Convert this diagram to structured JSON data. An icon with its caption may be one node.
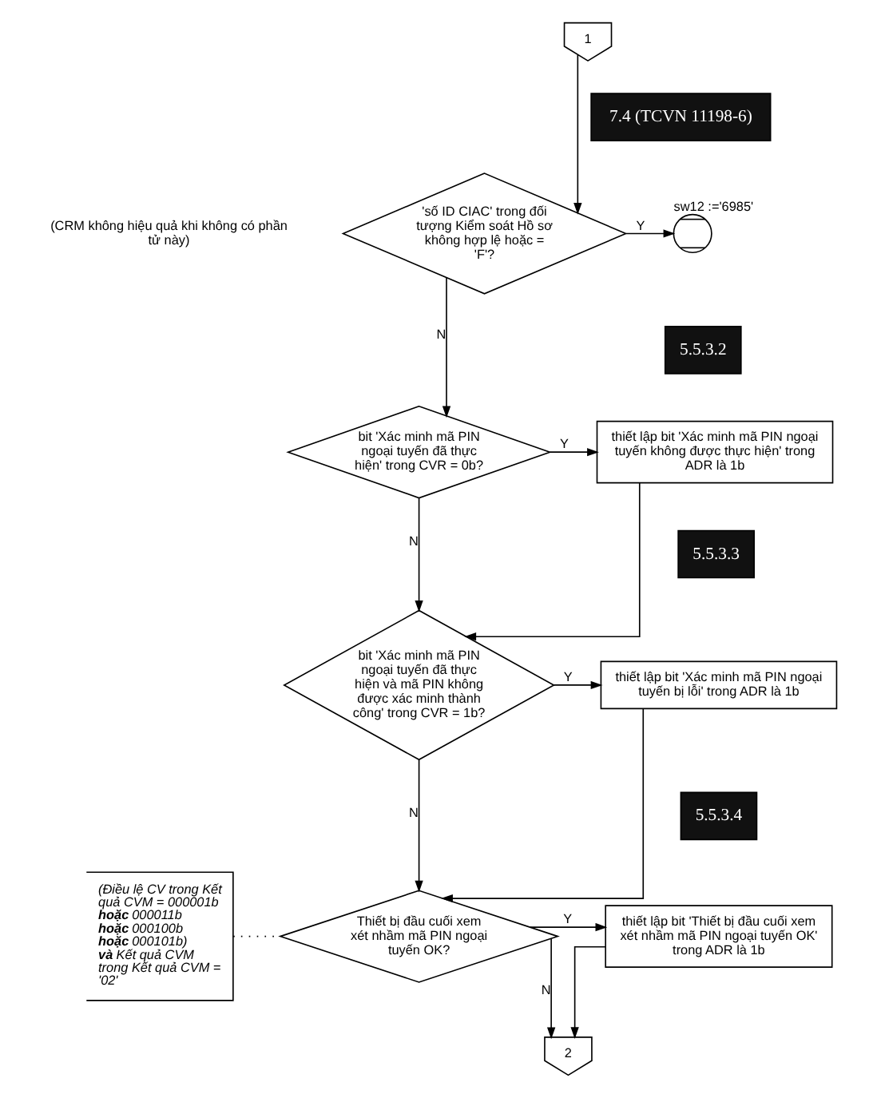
{
  "diagram": {
    "nodes": [
      {
        "text": [
          "1"
        ]
      },
      {
        "text": [
          "7.4 (TCVN 11198-6)"
        ]
      },
      {
        "text": [
          "'số ID CIAC' trong đối tượng Kiểm soát Hồ sơ không hợp lệ hoặc = 'F'?"
        ]
      },
      {
        "text": [],
        "shape": "circle",
        "beside": [
          "sw12 :='6985'"
        ]
      },
      {
        "text": [
          "5.5.3.2"
        ]
      },
      {
        "text": [
          "bit 'Xác minh mã PIN ngoại tuyến đã thực hiện' trong CVR = 0b?"
        ]
      },
      {
        "text": [
          "thiết lập bit 'Xác minh mã PIN ngoại tuyến không được thực hiện' trong ADR là 1b"
        ]
      },
      {
        "text": [
          "5.5.3.3"
        ]
      },
      {
        "text": [
          "bit 'Xác minh mã PIN ngoại tuyến đã thực hiện và mã PIN không được xác minh thành công' trong CVR = 1b?"
        ]
      },
      {
        "text": [
          "thiết lập bit 'Xác minh mã PIN ngoại tuyến bị lỗi' trong ADR là 1b"
        ]
      },
      {
        "text": [
          "5.5.3.4"
        ]
      },
      {
        "text": [
          "(Điều lệ CV trong Kết quả CVM = 000001b **hoặc** 000011b **hoặc** 000100b **hoặc** 000101b) **và** Kết quả CVM trong Kết quả CVM = '02'"
        ]
      },
      {
        "text": [
          "Thiết bị đầu cuối xem xét nhầm mã PIN ngoại tuyến OK?"
        ]
      },
      {
        "text": [
          "thiết lập bit 'Thiết bị đầu cuối xem xét nhầm mã PIN ngoại tuyến OK' trong ADR là 1b"
        ]
      },
      {
        "text": [
          "2"
        ]
      }
    ],
    "edges": [
      {
        "from": 0,
        "to": 2,
        "arrow": "to"
      },
      {
        "from": 2,
        "to": 3,
        "arrow": "to",
        "label": "Y"
      },
      {
        "from": 2,
        "to": 5,
        "arrow": "to",
        "label": "N"
      },
      {
        "from": 5,
        "to": 6,
        "arrow": "to",
        "label": "Y"
      },
      {
        "from": 5,
        "to": 8,
        "arrow": "to",
        "label": "N"
      },
      {
        "from": 6,
        "to": 8,
        "arrow": "to"
      },
      {
        "from": 8,
        "to": 9,
        "arrow": "to",
        "label": "Y"
      },
      {
        "from": 8,
        "to": 12,
        "arrow": "to",
        "label": "N"
      },
      {
        "from": 9,
        "to": 12,
        "arrow": "to"
      },
      {
        "from": 11,
        "to": 12,
        "arrow": "none",
        "style": "dashed"
      },
      {
        "from": 12,
        "to": 13,
        "arrow": "to",
        "label": "Y"
      },
      {
        "from": 12,
        "to": 14,
        "arrow": "to",
        "label": "N"
      },
      {
        "from": 13,
        "to": 14,
        "arrow": "to"
      }
    ],
    "labels": [
      "(CRM không hiệu quả khi không có phần tử này)"
    ]
  }
}
